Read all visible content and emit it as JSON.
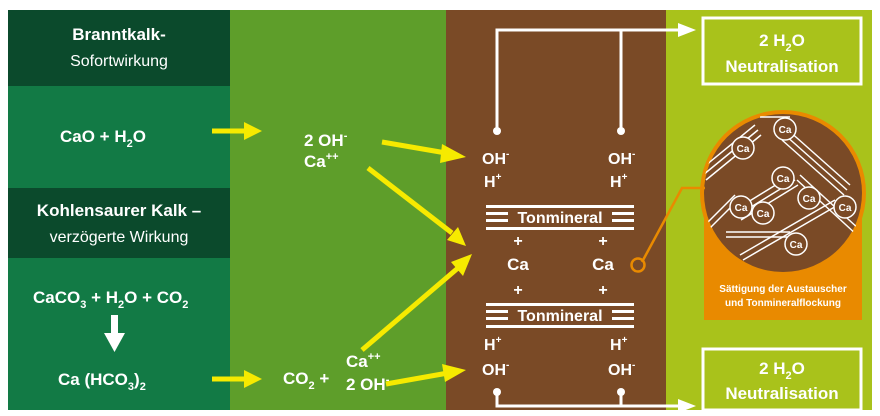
{
  "colors": {
    "dark_green": "#0f5a37",
    "mid_green": "#127a45",
    "header_green": "#0b4a2c",
    "light_green": "#5e9e2a",
    "brown": "#7a4a26",
    "lime": "#a9c21b",
    "orange": "#e98a00",
    "yellow_arrow": "#f6ea00",
    "white": "#ffffff"
  },
  "left": {
    "quicklime": {
      "title": "Branntkalk-",
      "subtitle": "Sofortwirkung"
    },
    "cao_equation": {
      "a": "CaO + H",
      "sub": "2",
      "b": "O"
    },
    "carbonate": {
      "title": "Kohlensaurer Kalk –",
      "subtitle": "verzögerte Wirkung"
    },
    "caco3_equation": {
      "a": "CaCO",
      "s1": "3",
      "b": " + H",
      "s2": "2",
      "c": "O + CO",
      "s3": "2"
    },
    "bicarbonate": {
      "a": "Ca (HCO",
      "sub": "3",
      "b": ")",
      "sub2": "2"
    }
  },
  "middle": {
    "top": {
      "line1": "2 OH",
      "sup1": "-",
      "line2": "Ca",
      "sup2": "++"
    },
    "bottom": {
      "co2": "CO",
      "co2_sub": "2",
      "plus": " +",
      "line1": "Ca",
      "sup1": "++",
      "line2": "2 OH",
      "sup2": "-"
    }
  },
  "soil": {
    "oh": "OH",
    "oh_sup": "-",
    "h": "H",
    "h_sup": "+",
    "plus": "+",
    "ca": "Ca",
    "tonmineral": "Tonmineral"
  },
  "right": {
    "water_top": {
      "a": "2 H",
      "sub": "2",
      "b": "O",
      "label": "Neutralisation"
    },
    "water_bottom": {
      "a": "2 H",
      "sub": "2",
      "b": "O",
      "label": "Neutralisation"
    },
    "ca_label": "Ca",
    "saturation_line1": "Sättigung der Austauscher",
    "saturation_line2": "und Tonmineralflockung"
  }
}
